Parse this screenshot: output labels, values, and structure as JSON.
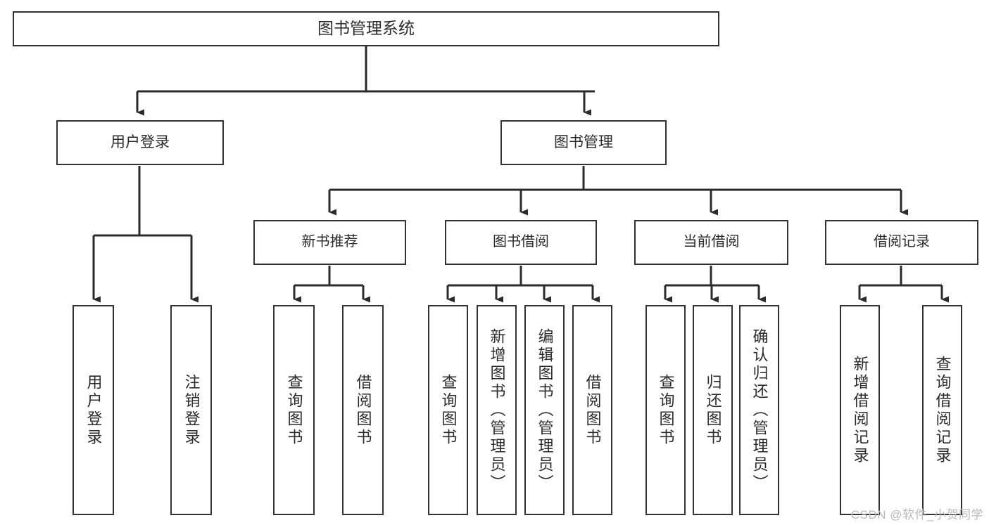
{
  "diagram": {
    "type": "tree-hierarchy-chart",
    "title": "图书管理系统",
    "watermark": "CSDN @软件_小贺同学",
    "colors": {
      "background": "#ffffff",
      "node_fill": "#ffffff",
      "node_border": "#333335",
      "connector": "#2b2b2d",
      "text": "#2b2b2d",
      "watermark": "#b9b9bb"
    },
    "root": {
      "label": "图书管理系统"
    },
    "level1": [
      {
        "label": "用户登录"
      },
      {
        "label": "图书管理"
      }
    ],
    "level2": [
      {
        "label": "新书推荐"
      },
      {
        "label": "图书借阅"
      },
      {
        "label": "当前借阅"
      },
      {
        "label": "借阅记录"
      }
    ],
    "leaves": {
      "user_login": [
        {
          "label": "用户登录"
        },
        {
          "label": "注销登录"
        }
      ],
      "new_book_recommend": [
        {
          "label": "查询图书"
        },
        {
          "label": "借阅图书"
        }
      ],
      "book_borrow": [
        {
          "label": "查询图书"
        },
        {
          "label": "新增图书（管理员）"
        },
        {
          "label": "编辑图书（管理员）"
        },
        {
          "label": "借阅图书"
        }
      ],
      "current_borrow": [
        {
          "label": "查询图书"
        },
        {
          "label": "归还图书"
        },
        {
          "label": "确认归还（管理员）"
        }
      ],
      "borrow_record": [
        {
          "label": "新增借阅记录"
        },
        {
          "label": "查询借阅记录"
        }
      ]
    }
  }
}
